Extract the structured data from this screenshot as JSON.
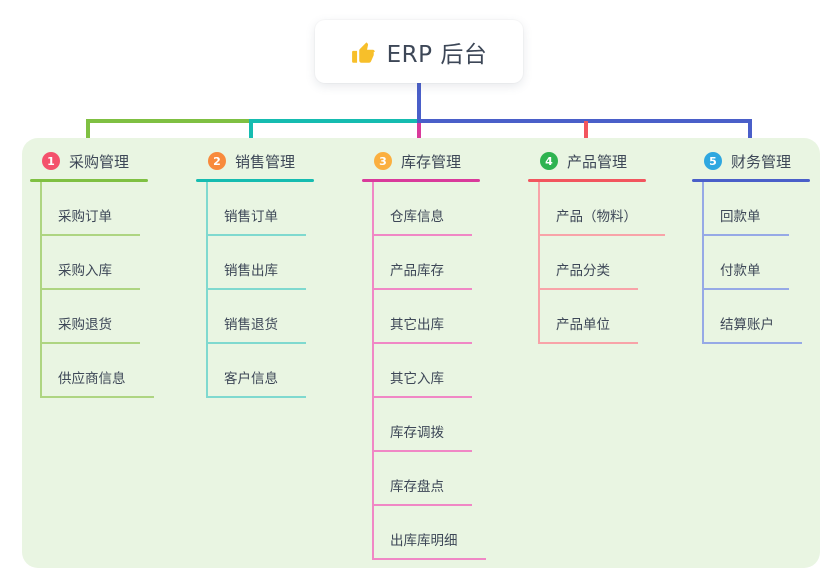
{
  "root": {
    "icon": "thumbs-up-icon",
    "label": "ERP 后台"
  },
  "connector": {
    "root_color": "#4a5fc9"
  },
  "panel_color": "#e9f5e2",
  "text_color": "#3d4757",
  "branches": [
    {
      "number": "1",
      "label": "采购管理",
      "badge_color": "#f4516c",
      "line_color": "#7fc042",
      "line_light": "#aed581",
      "children": [
        "采购订单",
        "采购入库",
        "采购退货",
        "供应商信息"
      ]
    },
    {
      "number": "2",
      "label": "销售管理",
      "badge_color": "#f88a3c",
      "line_color": "#16bcb0",
      "line_light": "#7fd9cf",
      "children": [
        "销售订单",
        "销售出库",
        "销售退货",
        "客户信息"
      ]
    },
    {
      "number": "3",
      "label": "库存管理",
      "badge_color": "#fbaf3f",
      "line_color": "#d93a9b",
      "line_light": "#f087c5",
      "children": [
        "仓库信息",
        "产品库存",
        "其它出库",
        "其它入库",
        "库存调拨",
        "库存盘点",
        "出库库明细"
      ]
    },
    {
      "number": "4",
      "label": "产品管理",
      "badge_color": "#2eb350",
      "line_color": "#f2555e",
      "line_light": "#f8a3a8",
      "children": [
        "产品（物料）",
        "产品分类",
        "产品单位"
      ]
    },
    {
      "number": "5",
      "label": "财务管理",
      "badge_color": "#2ea7e0",
      "line_color": "#4a5fc9",
      "line_light": "#96a9e6",
      "children": [
        "回款单",
        "付款单",
        "结算账户"
      ]
    }
  ]
}
